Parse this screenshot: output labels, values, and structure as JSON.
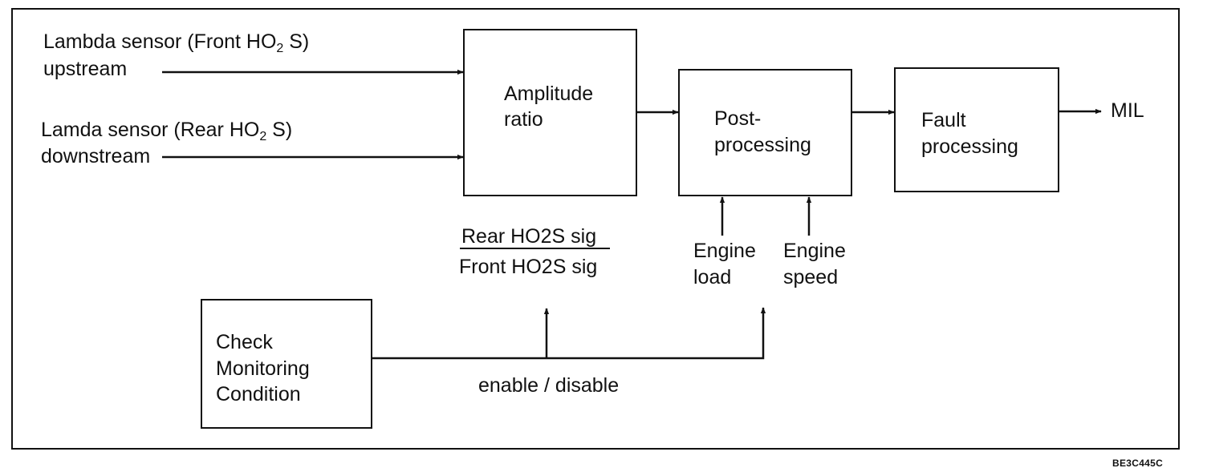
{
  "inputs": {
    "front": {
      "line1_pre": "Lambda sensor (Front HO",
      "line1_sub": "2",
      "line1_post": " S)",
      "line2": "upstream"
    },
    "rear": {
      "line1_pre": "Lamda sensor (Rear HO",
      "line1_sub": "2",
      "line1_post": " S)",
      "line2": "downstream"
    }
  },
  "blocks": {
    "amplitude": {
      "line1": "Amplitude",
      "line2": "ratio"
    },
    "post": {
      "line1": "Post-",
      "line2": "processing"
    },
    "fault": {
      "line1": "Fault",
      "line2": "processing"
    },
    "check": {
      "line1": "Check",
      "line2": "Monitoring",
      "line3": "Condition"
    }
  },
  "ratio": {
    "numerator": "Rear HO2S sig",
    "denominator": "Front HO2S sig"
  },
  "engine": {
    "load": {
      "line1": "Engine",
      "line2": "load"
    },
    "speed": {
      "line1": "Engine",
      "line2": "speed"
    }
  },
  "enable_label": "enable / disable",
  "output": "MIL",
  "figure_code": "BE3C445C"
}
